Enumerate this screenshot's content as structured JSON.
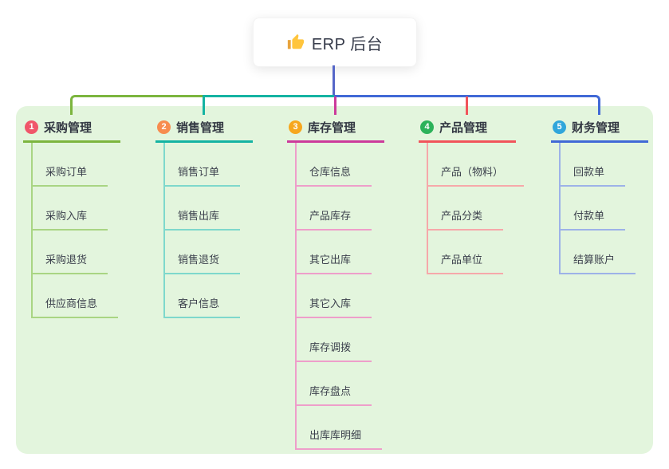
{
  "root": {
    "title": "ERP 后台",
    "icon": "thumbs-up",
    "line_color": "#5566C8"
  },
  "panel": {
    "background": "#E3F5DD"
  },
  "branches": [
    {
      "badge": "1",
      "title": "采购管理",
      "color": "#7CB53E",
      "light_color": "#A9D583",
      "badge_color": "#F0566A",
      "children": [
        "采购订单",
        "采购入库",
        "采购退货",
        "供应商信息"
      ]
    },
    {
      "badge": "2",
      "title": "销售管理",
      "color": "#14B3A2",
      "light_color": "#7ED8CC",
      "badge_color": "#F78C4E",
      "children": [
        "销售订单",
        "销售出库",
        "销售退货",
        "客户信息"
      ]
    },
    {
      "badge": "3",
      "title": "库存管理",
      "color": "#CC3A9B",
      "light_color": "#EE9ECA",
      "badge_color": "#F6A71E",
      "children": [
        "仓库信息",
        "产品库存",
        "其它出库",
        "其它入库",
        "库存调拨",
        "库存盘点",
        "出库库明细"
      ]
    },
    {
      "badge": "4",
      "title": "产品管理",
      "color": "#F1545B",
      "light_color": "#F6A8AA",
      "badge_color": "#2CB25A",
      "children": [
        "产品（物料）",
        "产品分类",
        "产品单位"
      ]
    },
    {
      "badge": "5",
      "title": "财务管理",
      "color": "#4169D6",
      "light_color": "#9DB2E8",
      "badge_color": "#30A6DB",
      "children": [
        "回款单",
        "付款单",
        "结算账户"
      ]
    }
  ]
}
